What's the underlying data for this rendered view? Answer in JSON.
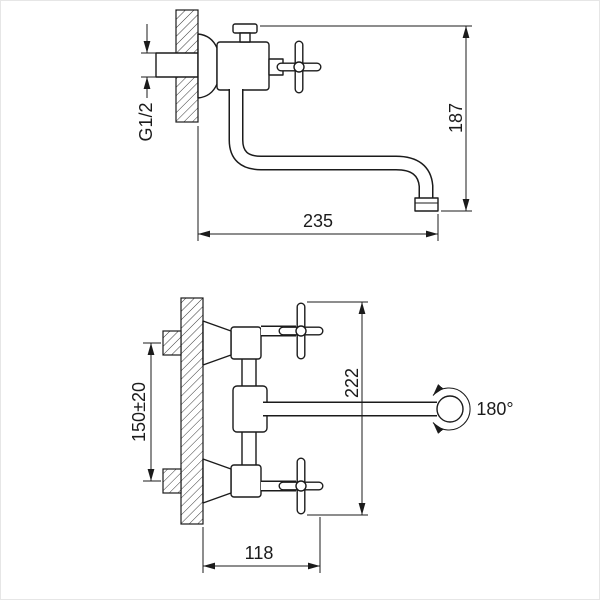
{
  "colors": {
    "ink": "#1b1b1b",
    "background": "#ffffff"
  },
  "side_view": {
    "thread_label": "G1/2",
    "height_dim": "187",
    "reach_dim": "235"
  },
  "front_view": {
    "spacing_dim": "150±20",
    "height_dim": "222",
    "depth_dim": "118",
    "swivel_dim": "180°"
  }
}
